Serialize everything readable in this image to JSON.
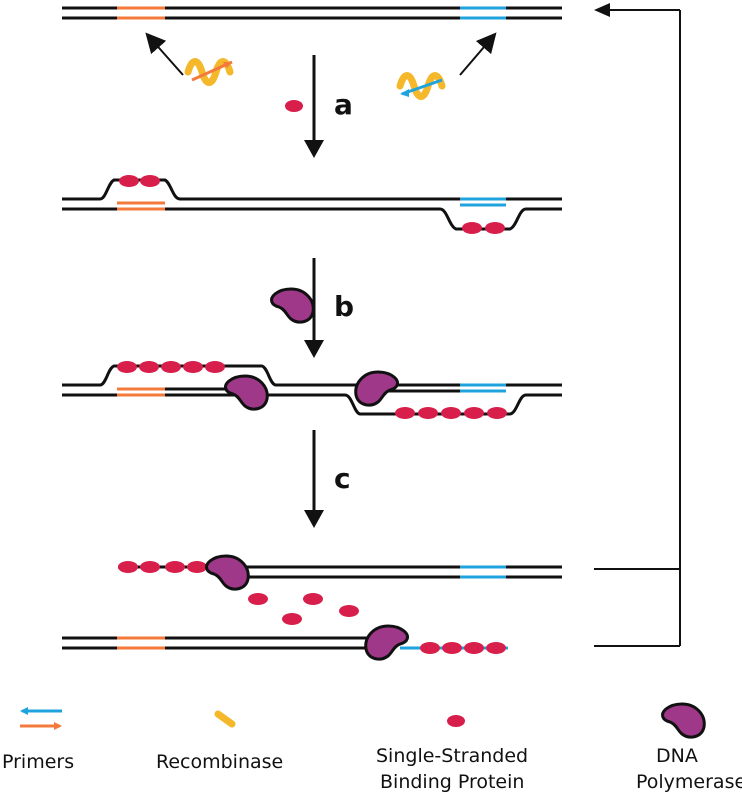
{
  "steps": {
    "a": "a",
    "b": "b",
    "c": "c"
  },
  "legend": {
    "primers": "Primers",
    "recombinase": "Recombinase",
    "ssb_line1": "Single-Stranded",
    "ssb_line2": "Binding Protein",
    "polymerase_line1": "DNA",
    "polymerase_line2": "Polymerase"
  },
  "colors": {
    "dna": "#111111",
    "primer_forward": "#f47a3c",
    "primer_reverse": "#1fa3dc",
    "recombinase": "#f5b82a",
    "ssb": "#d81e4a",
    "polymerase": "#a0388a"
  },
  "icons": {
    "primers": "primer-pair-icon",
    "recombinase": "recombinase-icon",
    "ssb": "ssb-protein-icon",
    "polymerase": "dna-polymerase-icon"
  }
}
